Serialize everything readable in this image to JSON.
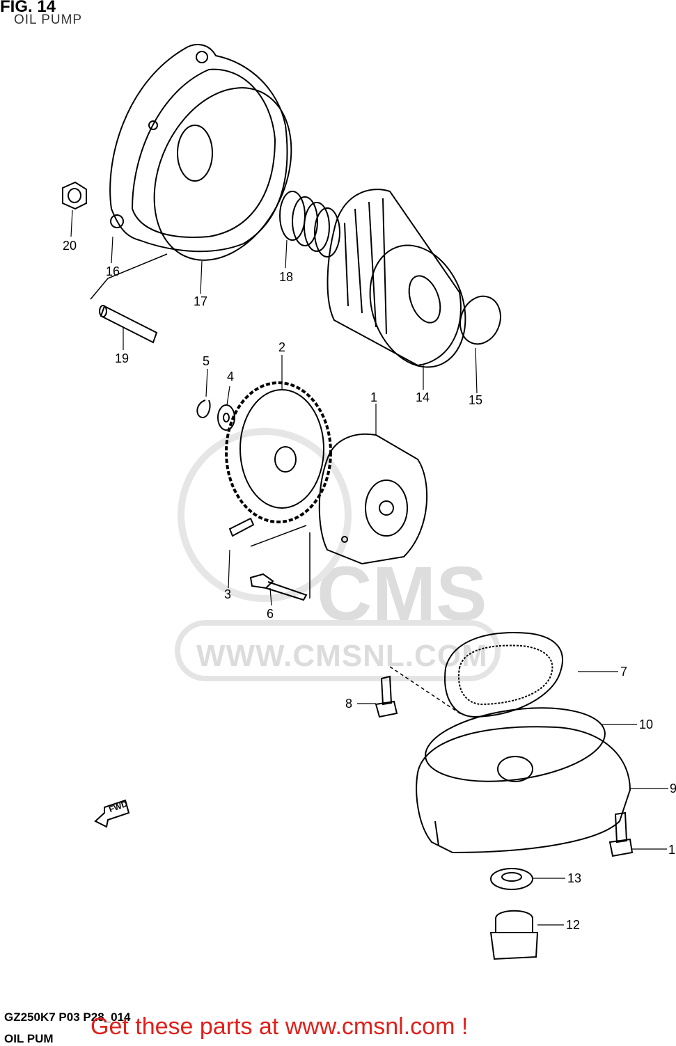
{
  "header": {
    "title": "FIG. 14",
    "subtitle": "OIL PUMP"
  },
  "watermark": {
    "brand": "CMS",
    "url": "WWW.CMSNL.COM"
  },
  "fwd_label": "FWD",
  "callouts": [
    {
      "id": "1",
      "label": "1"
    },
    {
      "id": "2",
      "label": "2"
    },
    {
      "id": "3",
      "label": "3"
    },
    {
      "id": "4",
      "label": "4"
    },
    {
      "id": "5",
      "label": "5"
    },
    {
      "id": "6",
      "label": "6"
    },
    {
      "id": "7",
      "label": "7"
    },
    {
      "id": "8",
      "label": "8"
    },
    {
      "id": "9",
      "label": "9"
    },
    {
      "id": "10",
      "label": "10"
    },
    {
      "id": "11",
      "label": "1"
    },
    {
      "id": "12",
      "label": "12"
    },
    {
      "id": "13",
      "label": "13"
    },
    {
      "id": "14",
      "label": "14"
    },
    {
      "id": "15",
      "label": "15"
    },
    {
      "id": "16",
      "label": "16"
    },
    {
      "id": "17",
      "label": "17"
    },
    {
      "id": "18",
      "label": "18"
    },
    {
      "id": "19",
      "label": "19"
    },
    {
      "id": "20",
      "label": "20"
    }
  ],
  "footer": {
    "code": "GZ250K7 P03 P28_014",
    "name": "OIL PUM",
    "promo": "Get these parts at www.cmsnl.com !"
  },
  "colors": {
    "promo": "#e0201a",
    "line": "#000000",
    "watermark": "#dddddd"
  }
}
